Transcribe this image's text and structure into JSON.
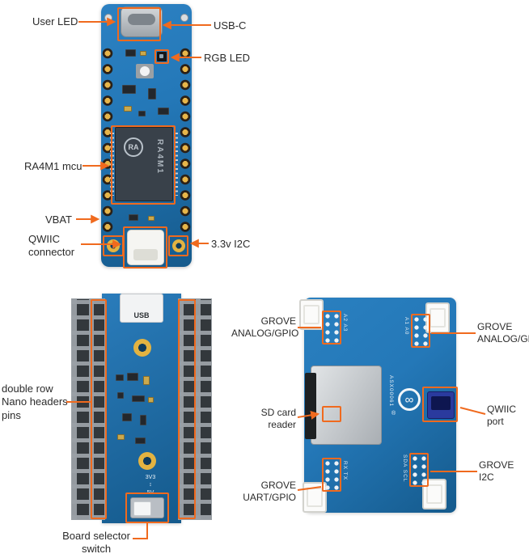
{
  "colors": {
    "accent": "#f06a1e",
    "board_blue": "#2478b8",
    "board_blue_dark": "#155a8c",
    "label_text": "#2b2b2b"
  },
  "nano_board": {
    "labels": {
      "user_led": "User LED",
      "usb_c": "USB-C",
      "rgb_led": "RGB LED",
      "mcu": "RA4M1 mcu",
      "vbat": "VBAT",
      "qwiic": "QWIIC\nconnector",
      "i2c": "3.3v I2C"
    },
    "silkscreen": {
      "chip_logo": "RA",
      "chip_name": "RA4M1"
    }
  },
  "header_board": {
    "labels": {
      "headers": "double row\nNano headers\npins",
      "switch": "Board selector\nswitch"
    },
    "silkscreen": {
      "usb": "USB",
      "v33": "3V3",
      "arrow": "↕",
      "v5": "5V"
    }
  },
  "grove_board": {
    "labels": {
      "grove_analog_left": "GROVE\nANALOG/GPIO",
      "grove_analog_right": "GROVE\nANALOG/GPIO",
      "sd": "SD card\nreader",
      "qwiic_port": "QWIIC\nport",
      "grove_uart": "GROVE\nUART/GPIO",
      "grove_i2c": "GROVE\nI2C"
    },
    "silkscreen": {
      "a2a3": "A2 A3",
      "a1a0": "A1 A0",
      "rxtx": "RX TX",
      "sdascl": "SDA SCL",
      "model": "ASX00061",
      "infinity": "∞",
      "registered": "®"
    }
  }
}
